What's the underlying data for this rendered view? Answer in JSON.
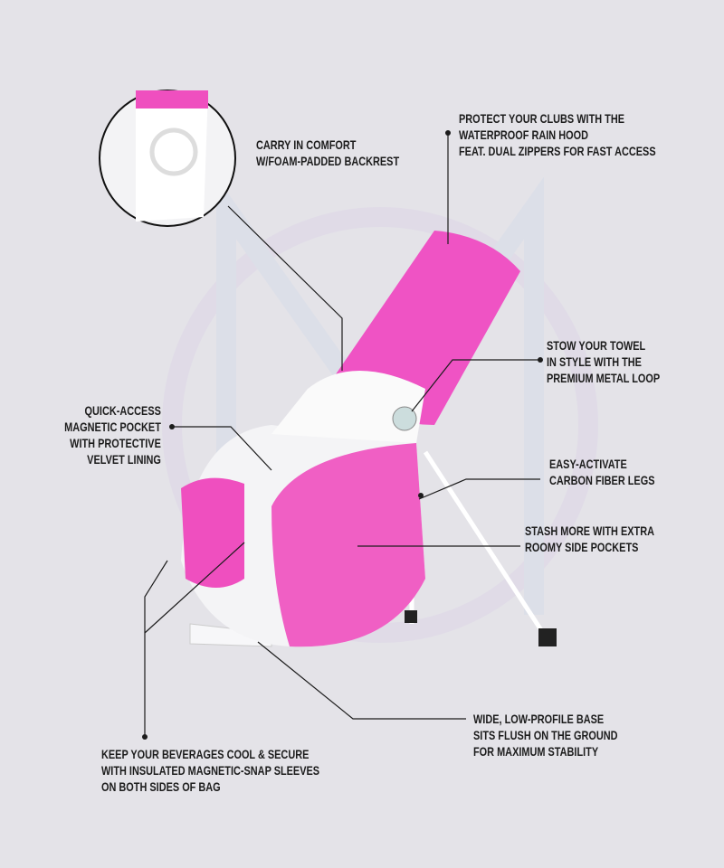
{
  "callouts": {
    "backrest": [
      "CARRY IN COMFORT",
      "W/FOAM-PADDED BACKREST"
    ],
    "rain_hood": [
      "PROTECT YOUR CLUBS WITH THE",
      "WATERPROOF RAIN HOOD",
      "FEAT. DUAL ZIPPERS FOR FAST ACCESS"
    ],
    "towel": [
      "STOW YOUR TOWEL",
      "IN STYLE WITH THE",
      "PREMIUM METAL LOOP"
    ],
    "pocket": [
      "QUICK-ACCESS",
      "MAGNETIC POCKET",
      "WITH PROTECTIVE",
      "VELVET LINING"
    ],
    "legs": [
      "EASY-ACTIVATE",
      "CARBON FIBER LEGS"
    ],
    "side_pockets": [
      "STASH MORE WITH EXTRA",
      "ROOMY SIDE POCKETS"
    ],
    "base": [
      "WIDE, LOW-PROFILE BASE",
      "SITS FLUSH ON THE GROUND",
      "FOR MAXIMUM STABILITY"
    ],
    "beverages": [
      "KEEP YOUR BEVERAGES COOL & SECURE",
      "WITH INSULATED MAGNETIC-SNAP SLEEVES",
      "ON BOTH SIDES OF BAG"
    ]
  },
  "colors": {
    "background": "#e4e3e8",
    "accent": "#f24fc0",
    "text": "#1c1c1c"
  }
}
